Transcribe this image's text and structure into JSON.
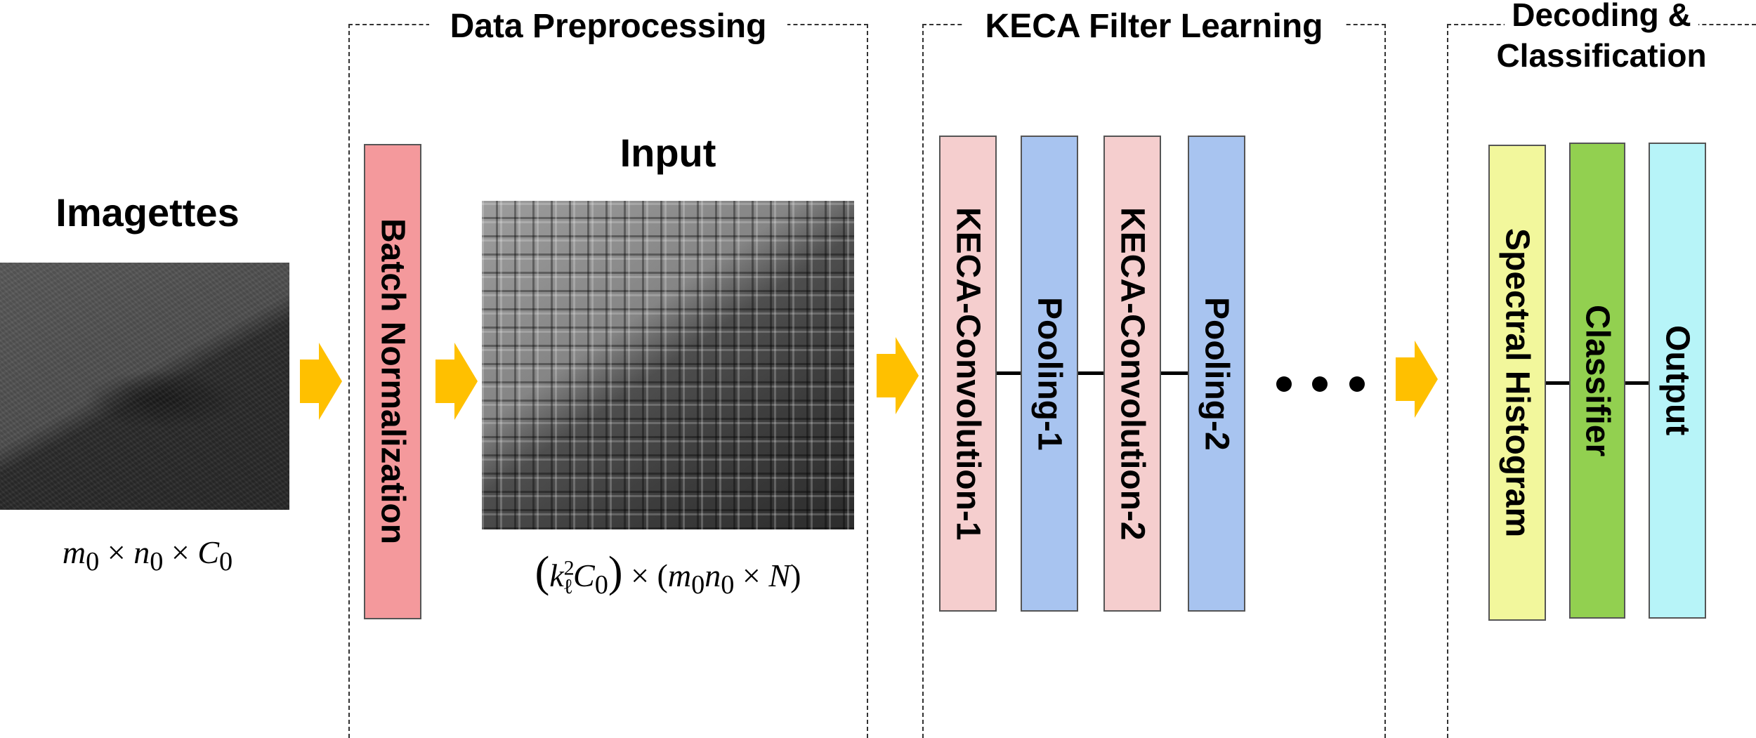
{
  "colors": {
    "arrow": "#FFC000",
    "batch_norm": "#F4999C",
    "keca_conv": "#F5CECE",
    "pooling": "#A8C4F0",
    "spectral_histogram": "#F2F79C",
    "classifier": "#92D050",
    "output": "#B7F4F8"
  },
  "imagettes": {
    "title": "Imagettes",
    "dims": {
      "m": "m",
      "m_sub": "0",
      "times1": "×",
      "n": "n",
      "n_sub": "0",
      "times2": "×",
      "c": "C",
      "c_sub": "0"
    }
  },
  "data_preprocessing": {
    "title": "Data Preprocessing",
    "batch_norm_label": "Batch Normalization",
    "input_title": "Input",
    "input_dims": {
      "open": "(",
      "k": "k",
      "k_sup": "2",
      "k_sub": "ℓ",
      "c": "C",
      "c_sub": "0",
      "close": ")",
      "times1": "×",
      "open2": "(",
      "m": "m",
      "m_sub": "0",
      "n": "n",
      "n_sub": "0",
      "times2": "×",
      "N": "N",
      "close2": ")"
    }
  },
  "keca": {
    "title": "KECA Filter Learning",
    "layers": [
      "KECA-Convolution-1",
      "Pooling-1",
      "KECA-Convolution-2",
      "Pooling-2"
    ]
  },
  "decoding": {
    "title_line1": "Decoding &",
    "title_line2": "Classification",
    "layers": [
      "Spectral Histogram",
      "Classifier",
      "Output"
    ]
  }
}
